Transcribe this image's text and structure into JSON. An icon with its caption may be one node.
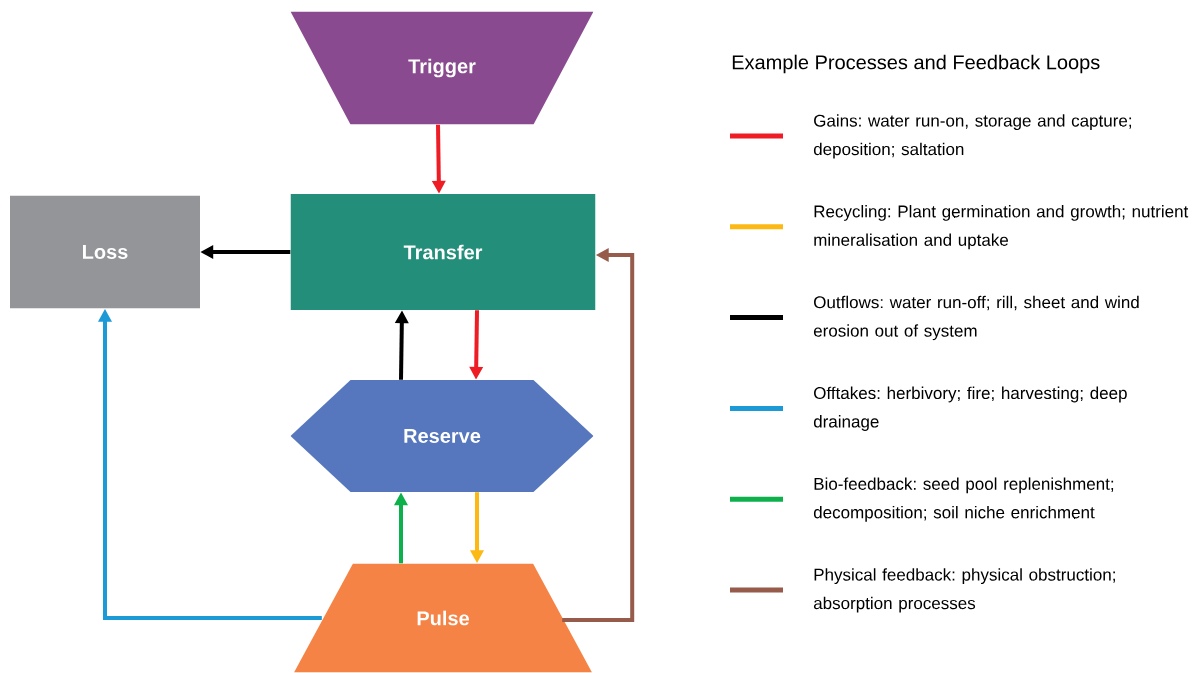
{
  "diagram": {
    "nodes": [
      {
        "text": [
          "Trigger"
        ]
      },
      {
        "text": [
          "Loss"
        ]
      },
      {
        "text": [
          "Transfer"
        ]
      },
      {
        "text": [
          "Reserve"
        ]
      },
      {
        "text": [
          "Pulse"
        ]
      }
    ],
    "edges": [
      {
        "from": 0,
        "to": 2,
        "arrow": "to",
        "color": "#ee1c25"
      },
      {
        "from": 2,
        "to": 1,
        "arrow": "to",
        "color": "#000000"
      },
      {
        "from": 2,
        "to": 3,
        "arrow": "to",
        "color": "#ee1c25"
      },
      {
        "from": 3,
        "to": 2,
        "arrow": "to",
        "color": "#000000"
      },
      {
        "from": 4,
        "to": 3,
        "arrow": "to",
        "color": "#0db04b"
      },
      {
        "from": 3,
        "to": 4,
        "arrow": "to",
        "color": "#fdb913"
      },
      {
        "from": 4,
        "to": 1,
        "arrow": "to",
        "color": "#1b9ad6"
      },
      {
        "from": 4,
        "to": 2,
        "arrow": "to",
        "color": "#965b4a"
      }
    ],
    "labels": [
      "Example Processes and Feedback Loops"
    ],
    "legend": [
      {
        "text": "Gains: water run-on, storage and capture; deposition; saltation",
        "color": "#ee1c25"
      },
      {
        "text": "Recycling: Plant germination and growth; nutrient mineralisation and uptake",
        "color": "#fdb913"
      },
      {
        "text": "Outflows: water run-off; rill, sheet and wind erosion out of system",
        "color": "#000000"
      },
      {
        "text": "Offtakes: herbivory; fire; harvesting; deep drainage",
        "color": "#1b9ad6"
      },
      {
        "text": "Bio-feedback: seed pool replenishment; decomposition; soil niche enrichment",
        "color": "#0db04b"
      },
      {
        "text": "Physical feedback: physical obstruction; absorption processes",
        "color": "#965b4a"
      }
    ]
  }
}
